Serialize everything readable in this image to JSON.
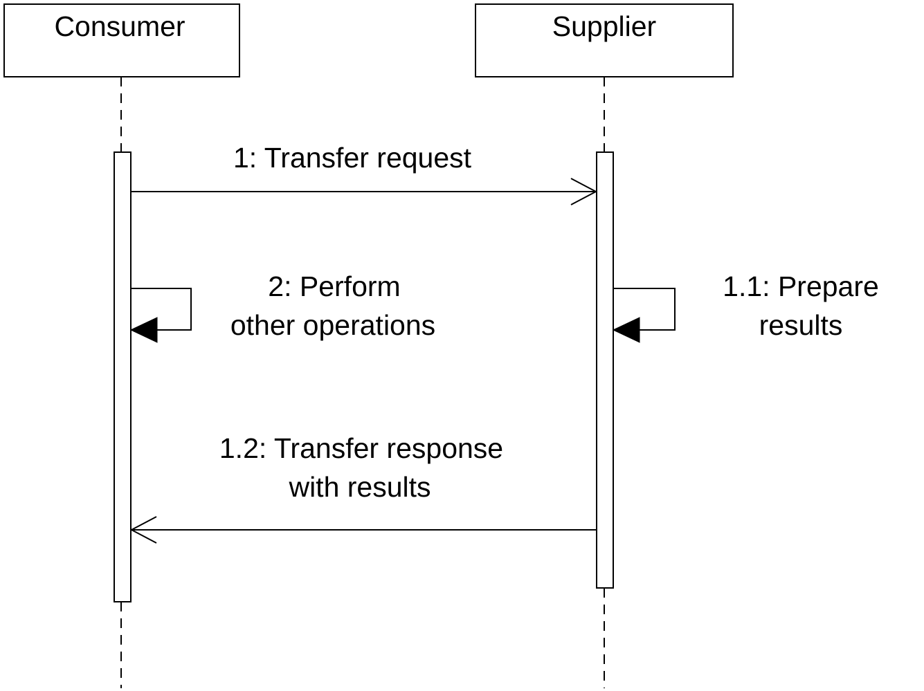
{
  "participants": {
    "consumer": {
      "name": "Consumer"
    },
    "supplier": {
      "name": "Supplier"
    }
  },
  "messages": {
    "transfer_request": {
      "label": "1: Transfer request"
    },
    "perform_other": {
      "label_line1": "2: Perform",
      "label_line2": "other operations"
    },
    "prepare_results": {
      "label_line1": "1.1: Prepare",
      "label_line2": "results"
    },
    "transfer_response": {
      "label_line1": "1.2: Transfer response",
      "label_line2": "with results"
    }
  }
}
